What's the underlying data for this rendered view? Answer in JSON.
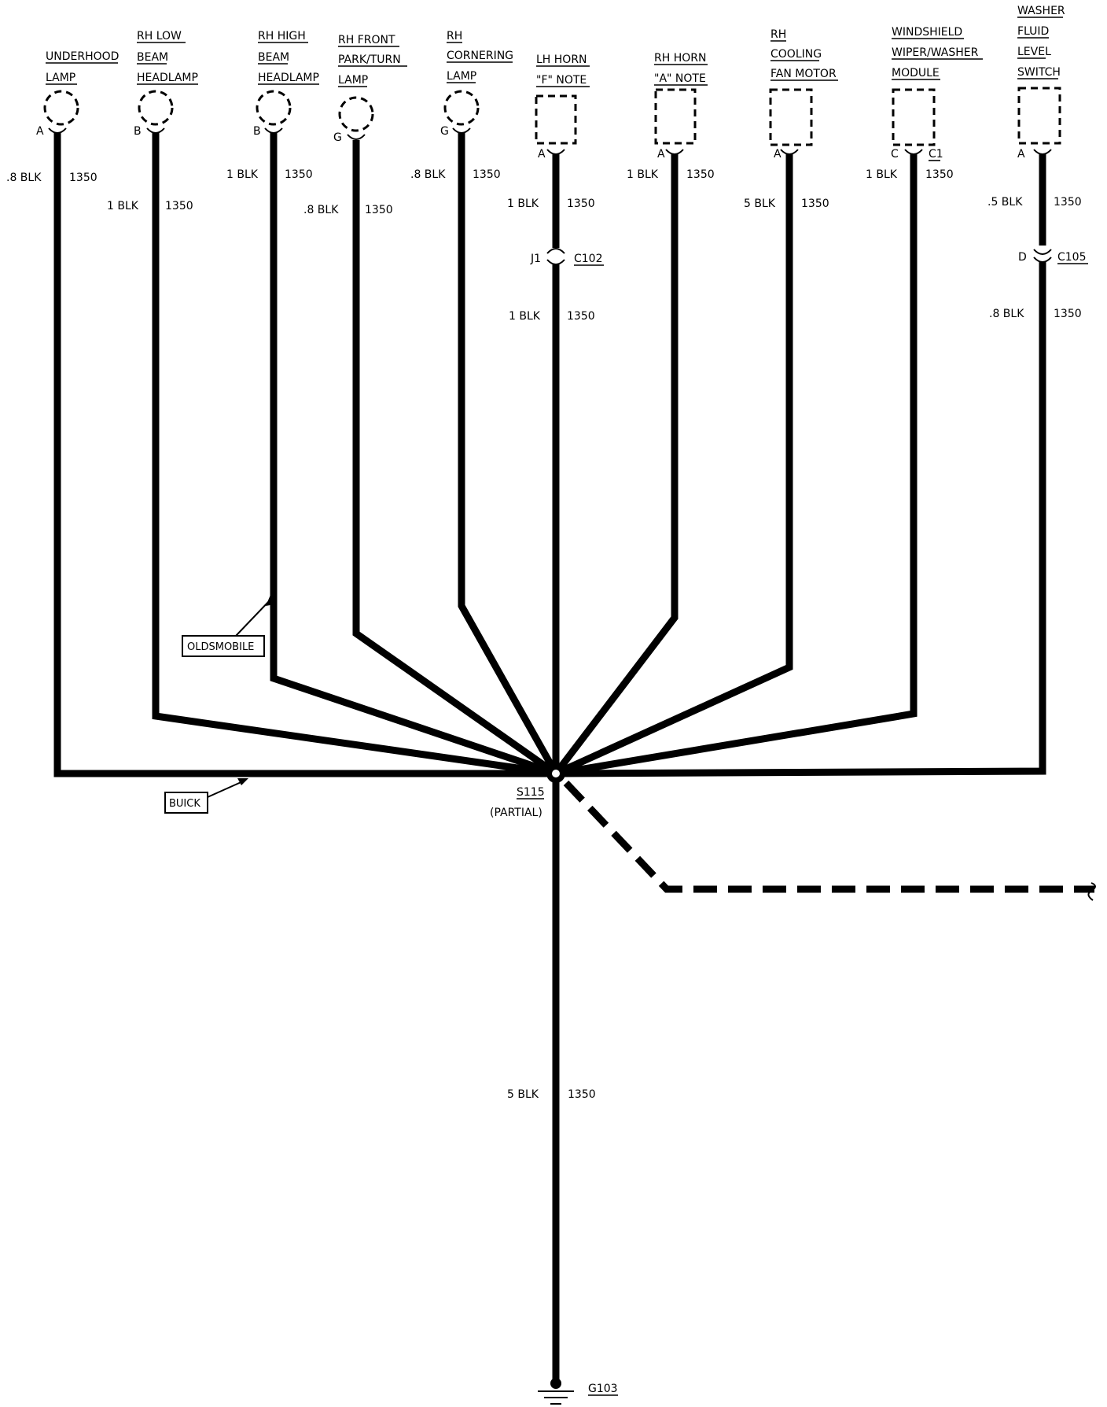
{
  "components": {
    "underhood_lamp": {
      "line1": "UNDERHOOD",
      "line2": "LAMP",
      "pin": "A",
      "wire_size_color": ".8 BLK",
      "circuit": "1350"
    },
    "rh_low_beam": {
      "line1": "RH LOW",
      "line2": "BEAM",
      "line3": "HEADLAMP",
      "pin": "B",
      "wire_size_color": "1 BLK",
      "circuit": "1350"
    },
    "rh_high_beam": {
      "line1": "RH HIGH",
      "line2": "BEAM",
      "line3": "HEADLAMP",
      "pin": "B",
      "wire_size_color": "1 BLK",
      "circuit": "1350"
    },
    "rh_front_park": {
      "line1": "RH FRONT",
      "line2": "PARK/TURN",
      "line3": "LAMP",
      "pin": "G",
      "wire_size_color": ".8 BLK",
      "circuit": "1350"
    },
    "rh_cornering": {
      "line1": "RH",
      "line2": "CORNERING",
      "line3": "LAMP",
      "pin": "G",
      "wire_size_color": ".8 BLK",
      "circuit": "1350"
    },
    "lh_horn": {
      "line1": "LH HORN",
      "line2": "\"F\" NOTE",
      "pin": "A",
      "wire_size_color": "1 BLK",
      "circuit": "1350",
      "connector_pin": "J1",
      "connector": "C102",
      "wire2_size_color": "1 BLK",
      "circuit2": "1350"
    },
    "rh_horn": {
      "line1": "RH HORN",
      "line2": "\"A\" NOTE",
      "pin": "A",
      "wire_size_color": "1 BLK",
      "circuit": "1350"
    },
    "rh_cooling_fan": {
      "line1": "RH",
      "line2": "COOLING",
      "line3": "FAN MOTOR",
      "pin": "A",
      "wire_size_color": "5 BLK",
      "circuit": "1350"
    },
    "wiper_module": {
      "line1": "WINDSHIELD",
      "line2": "WIPER/WASHER",
      "line3": "MODULE",
      "pin": "C",
      "pin_connector": "C1",
      "wire_size_color": "1 BLK",
      "circuit": "1350"
    },
    "washer_fluid_switch": {
      "line1": "WASHER",
      "line2": "FLUID",
      "line3": "LEVEL",
      "line4": "SWITCH",
      "pin": "A",
      "wire_size_color": ".5 BLK",
      "circuit": "1350",
      "connector_pin": "D",
      "connector": "C105",
      "wire2_size_color": ".8 BLK",
      "circuit2": "1350"
    }
  },
  "variant_labels": {
    "oldsmobile": "OLDSMOBILE",
    "buick": "BUICK"
  },
  "splice": {
    "name": "S115",
    "note": "(PARTIAL)"
  },
  "main_wire": {
    "size_color": "5 BLK",
    "circuit": "1350"
  },
  "ground": {
    "name": "G103"
  }
}
